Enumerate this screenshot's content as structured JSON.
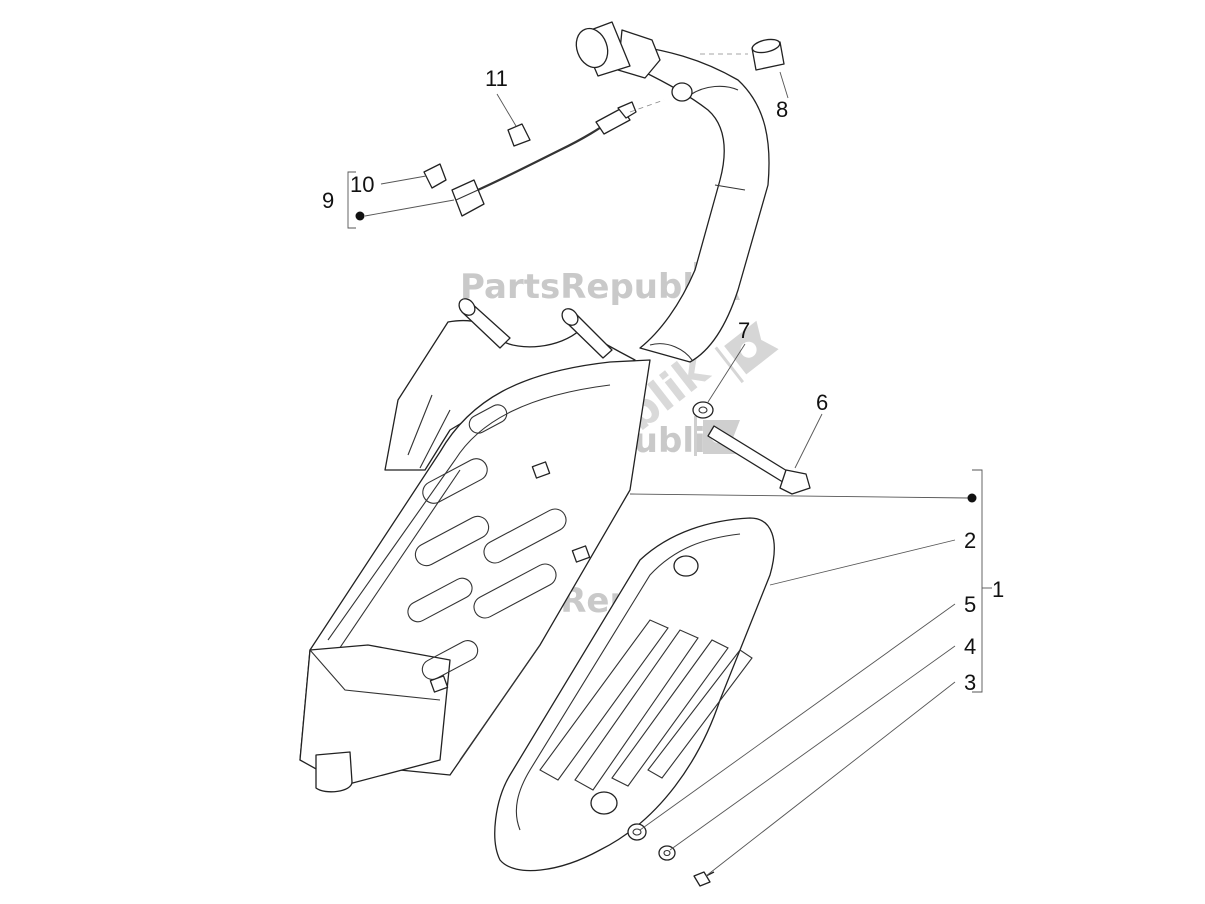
{
  "watermarks": [
    {
      "text": "PartsRepublik"
    },
    {
      "text": "PartsRepublik"
    },
    {
      "text": "PartsRepublik"
    },
    {
      "text": "PartsRepublik"
    }
  ],
  "callouts": [
    {
      "num": "1"
    },
    {
      "num": "2"
    },
    {
      "num": "3"
    },
    {
      "num": "4"
    },
    {
      "num": "5"
    },
    {
      "num": "6"
    },
    {
      "num": "7"
    },
    {
      "num": "8"
    },
    {
      "num": "9"
    },
    {
      "num": "10"
    },
    {
      "num": "11"
    }
  ],
  "icons": {
    "watermark_logo": "gear-flag-icon",
    "kit_marker": "filled-dot-icon"
  },
  "colors": {
    "line": "#222222",
    "watermark": "#c9c9c9"
  }
}
